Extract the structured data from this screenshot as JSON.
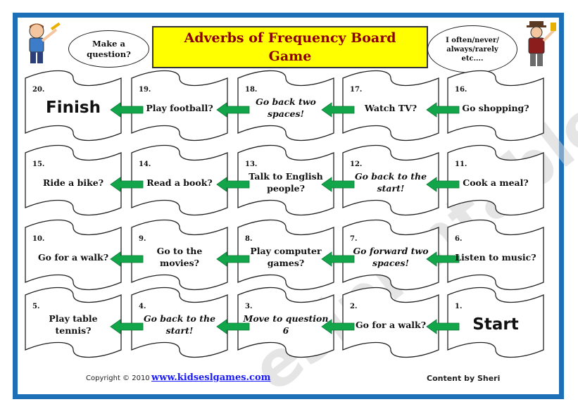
{
  "title": "Adverbs of Frequency Board Game",
  "bubbles": {
    "left": "Make a question?",
    "right": "I often/never/ always/rarely etc...."
  },
  "watermark": "eslprintables.com",
  "footer": {
    "copyright": "Copyright © 2010",
    "url": "www.kidseslgames.com",
    "credit": "Content by Sheri"
  },
  "colors": {
    "border": "#1d6fb8",
    "title_bg": "#ffff00",
    "title_text": "#8b0000",
    "arrow": "#12a54a",
    "url": "#1a1aff"
  },
  "icons": {
    "arrow": "green-left-arrow-icon",
    "left_character": "boy-character-icon",
    "right_character": "old-man-character-icon"
  },
  "tiles": [
    {
      "number": "20.",
      "text": "Finish",
      "style": "big"
    },
    {
      "number": "19.",
      "text": "Play football?",
      "style": "normal"
    },
    {
      "number": "18.",
      "text": "Go back two spaces!",
      "style": "italic"
    },
    {
      "number": "17.",
      "text": "Watch TV?",
      "style": "normal"
    },
    {
      "number": "16.",
      "text": "Go shopping?",
      "style": "normal"
    },
    {
      "number": "15.",
      "text": "Ride a bike?",
      "style": "normal"
    },
    {
      "number": "14.",
      "text": "Read a book?",
      "style": "normal"
    },
    {
      "number": "13.",
      "text": "Talk to English people?",
      "style": "normal"
    },
    {
      "number": "12.",
      "text": "Go back to the start!",
      "style": "italic"
    },
    {
      "number": "11.",
      "text": "Cook a meal?",
      "style": "normal"
    },
    {
      "number": "10.",
      "text": "Go for a walk?",
      "style": "normal"
    },
    {
      "number": "9.",
      "text": "Go to the movies?",
      "style": "normal"
    },
    {
      "number": "8.",
      "text": "Play computer games?",
      "style": "normal"
    },
    {
      "number": "7.",
      "text": "Go forward two spaces!",
      "style": "italic"
    },
    {
      "number": "6.",
      "text": "Listen to music?",
      "style": "normal"
    },
    {
      "number": "5.",
      "text": "Play table tennis?",
      "style": "normal"
    },
    {
      "number": "4.",
      "text": "Go back to the start!",
      "style": "italic"
    },
    {
      "number": "3.",
      "text": "Move to question 6",
      "style": "italic"
    },
    {
      "number": "2.",
      "text": "Go for a walk?",
      "style": "normal"
    },
    {
      "number": "1.",
      "text": "Start",
      "style": "big"
    }
  ]
}
